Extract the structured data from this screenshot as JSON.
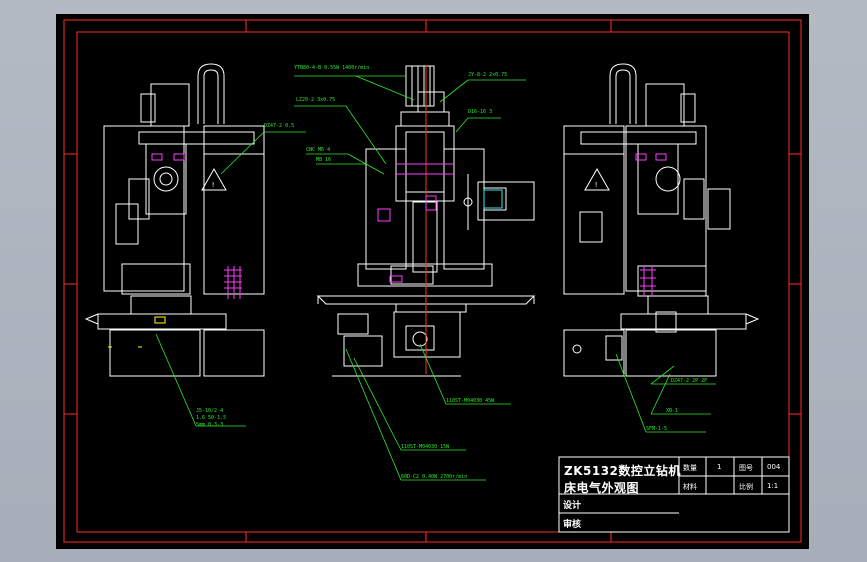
{
  "title_block": {
    "title_line1": "ZK5132数控立钻机",
    "title_line2": "床电气外观图",
    "qty_label": "数量",
    "qty_value": "1",
    "figno_label": "图号",
    "figno_value": "004",
    "material_label": "材料",
    "scale_label": "比例",
    "scale_value": "1:1",
    "design_label": "设计",
    "review_label": "审核"
  },
  "callouts": [
    {
      "text": "YTB80-4-B 0.55W 1400r/min"
    },
    {
      "text": "LZ20-2 3x0.75"
    },
    {
      "text": "D16-16 3"
    },
    {
      "text": "JY-8-2 2x0.75"
    },
    {
      "text": "DZ47-2 0.5"
    },
    {
      "text": "CNC M6 4"
    },
    {
      "text": "M8 16"
    },
    {
      "text": "J5-10/2 4"
    },
    {
      "text": "1.6 50-1.5"
    },
    {
      "text": "5mm 0.3-3"
    },
    {
      "text": "110ST-M04030 45W"
    },
    {
      "text": "110ST-M04030 15W"
    },
    {
      "text": "60D-C2 0.40W 2700r/min"
    },
    {
      "text": "DZ47-2 2P 2P"
    },
    {
      "text": "XB-1"
    },
    {
      "text": "SFM-1-5"
    }
  ],
  "colors": {
    "sheet_bg": "#000000",
    "frame": "#ff2a2a",
    "machine_line": "#ffffff",
    "leader": "#2ee82e",
    "accent_magenta": "#ff3cff",
    "accent_cyan": "#3ce8e8"
  }
}
